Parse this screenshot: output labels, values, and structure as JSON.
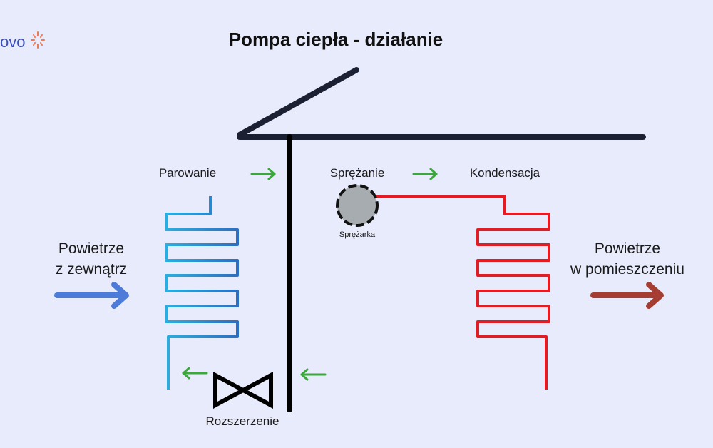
{
  "logo": {
    "text": "ovo"
  },
  "title": "Pompa ciepła - działanie",
  "stages": {
    "evaporation": "Parowanie",
    "compression": "Sprężanie",
    "condensation": "Kondensacja",
    "expansion": "Rozszerzenie"
  },
  "compressor": {
    "label": "Sprężarka"
  },
  "outside_air": {
    "line1": "Powietrze",
    "line2": "z zewnątrz"
  },
  "indoor_air": {
    "line1": "Powietrze",
    "line2": "w pomieszczeniu"
  },
  "colors": {
    "background": "#e8ebfb",
    "cold": "#2aa8dc",
    "cold_dark": "#3a66c4",
    "hot": "#e31c24",
    "hot_dark": "#a83a32",
    "wall": "#1c2033",
    "flow_arrow": "#3aa83a",
    "outside_arrow": "#4d7bd9",
    "indoor_arrow": "#a63d32",
    "compressor": "#a6acb0"
  },
  "icons": {
    "compressor": "compressor-icon",
    "valve": "expansion-valve-icon",
    "flow": "arrow-right-icon"
  }
}
